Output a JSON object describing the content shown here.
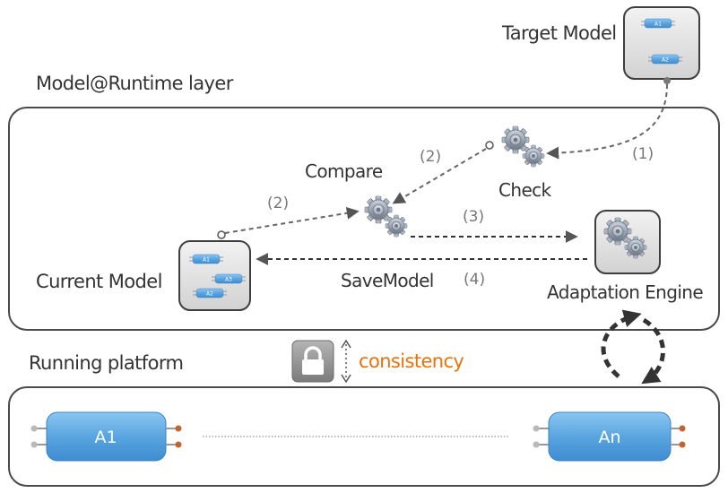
{
  "labels": {
    "target_model": "Target Model",
    "runtime_layer": "Model@Runtime layer",
    "compare": "Compare",
    "check": "Check",
    "current_model": "Current Model",
    "save_model": "SaveModel",
    "adaptation_engine": "Adaptation Engine",
    "running_platform": "Running platform",
    "consistency": "consistency"
  },
  "steps": {
    "s1": "(1)",
    "s2a": "(2)",
    "s2b": "(2)",
    "s3": "(3)",
    "s4": "(4)"
  },
  "target_components": [
    "A1",
    "A2"
  ],
  "current_components": [
    "A1",
    "A3",
    "A2"
  ],
  "platform_components": [
    "A1",
    "An"
  ],
  "colors": {
    "component_blue": "#5aa5e0",
    "accent_orange": "#e8710a",
    "frame_stroke": "#4a4a4a",
    "arrow_gray": "#666666"
  },
  "icons": {
    "gears": "gears-icon",
    "lock": "lock-icon",
    "cycle": "cycle-arrows-icon"
  }
}
